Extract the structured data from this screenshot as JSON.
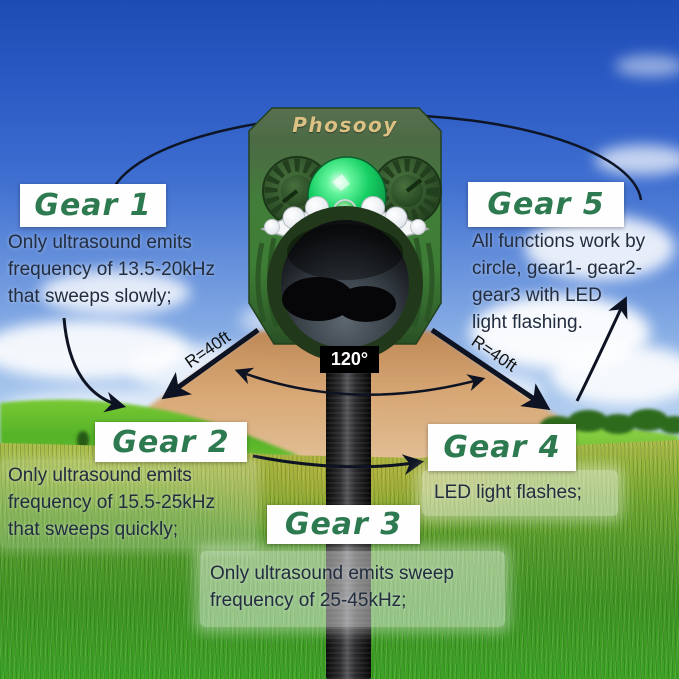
{
  "brand": "Phosooy",
  "device": {
    "angle": "120°",
    "radius_left": "R=40ft",
    "radius_right": "R=40ft",
    "parts": [
      "left-knob",
      "right-knob",
      "green-led-dome",
      "led-strip",
      "speaker-cone",
      "mounting-stake"
    ]
  },
  "gears": [
    {
      "label": "Gear 1",
      "desc": [
        "Only ultrasound emits",
        "frequency of 13.5-20kHz",
        "that sweeps slowly;"
      ]
    },
    {
      "label": "Gear 2",
      "desc": [
        "Only ultrasound emits",
        "frequency of 15.5-25kHz",
        "that sweeps quickly;"
      ]
    },
    {
      "label": "Gear 3",
      "desc": [
        "Only ultrasound emits sweep",
        "frequency of 25-45kHz;"
      ]
    },
    {
      "label": "Gear 4",
      "desc": [
        "LED light flashes;"
      ]
    },
    {
      "label": "Gear 5",
      "desc": [
        "All functions work by",
        "circle, gear1- gear2-",
        "gear3 with LED",
        "light flashing."
      ]
    }
  ],
  "colors": {
    "gear_label_green": "#2d7a50",
    "desc_text": "#222d3f",
    "device_body_green": "#3f7c38",
    "dome_green": "#17cf63",
    "sky_top": "#1d4cb4",
    "beam_tan": "#d9a873",
    "grass_green": "#3f9423",
    "brand_tan": "#dcc184",
    "angle_bg": "#000000",
    "arrow_black": "#0d1322"
  }
}
